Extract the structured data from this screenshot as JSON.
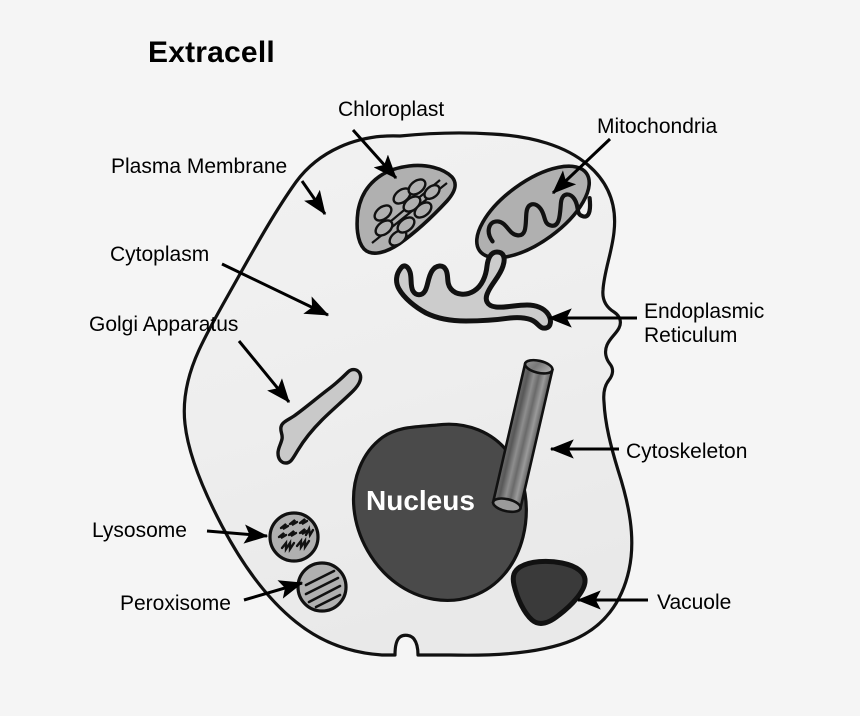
{
  "title": "Extracell",
  "diagram": {
    "name": "eukaryotic-cell-diagram",
    "background_color": "#f5f5f5",
    "cytoplasm_color": "#efefef",
    "outline_color": "#111111",
    "organelle_fill": "#b0b0b0",
    "organelle_light_fill": "#c8c8c8",
    "nucleus_color": "#4a4a4a",
    "vacuole_color": "#3a3a3a",
    "golgi_color": "#c9c9c9",
    "er_color": "#cccccc",
    "label_color": "#000000"
  },
  "labels": {
    "chloroplast": "Chloroplast",
    "mitochondria": "Mitochondria",
    "plasma_membrane": "Plasma Membrane",
    "cytoplasm": "Cytoplasm",
    "golgi_apparatus": "Golgi Apparatus",
    "endoplasmic_reticulum": "Endoplasmic Reticulum",
    "cytoskeleton": "Cytoskeleton",
    "lysosome": "Lysosome",
    "peroxisome": "Peroxisome",
    "vacuole": "Vacuole",
    "nucleus": "Nucleus"
  },
  "structures": [
    {
      "name": "plasma-membrane",
      "label": "Plasma Membrane",
      "connector": "arrow"
    },
    {
      "name": "cytoplasm",
      "label": "Cytoplasm",
      "connector": "arrow"
    },
    {
      "name": "chloroplast",
      "label": "Chloroplast",
      "connector": "arrow"
    },
    {
      "name": "mitochondria",
      "label": "Mitochondria",
      "connector": "arrow"
    },
    {
      "name": "endoplasmic-reticulum",
      "label": "Endoplasmic Reticulum",
      "connector": "arrow"
    },
    {
      "name": "golgi-apparatus",
      "label": "Golgi Apparatus",
      "connector": "arrow"
    },
    {
      "name": "cytoskeleton",
      "label": "Cytoskeleton",
      "connector": "arrow"
    },
    {
      "name": "nucleus",
      "label": "Nucleus",
      "connector": "inline-text"
    },
    {
      "name": "lysosome",
      "label": "Lysosome",
      "connector": "arrow"
    },
    {
      "name": "peroxisome",
      "label": "Peroxisome",
      "connector": "arrow"
    },
    {
      "name": "vacuole",
      "label": "Vacuole",
      "connector": "arrow"
    }
  ]
}
